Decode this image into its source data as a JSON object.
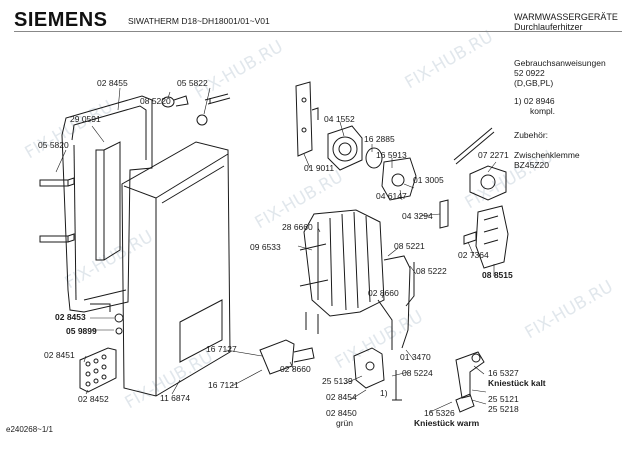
{
  "header": {
    "brand": "SIEMENS",
    "model": "SIWATHERM D18~DH18001/01~V01",
    "category_line1": "WARMWASSERGERÄTE",
    "category_line2": "Durchlauferhitzer"
  },
  "side_notes": {
    "manual_line1": "Gebrauchsanweisungen",
    "manual_line2": "52 0922",
    "manual_line3": "(D,GB,PL)",
    "note_line1": "1)  02 8946",
    "note_line2": "kompl.",
    "accessory_title": "Zubehör:",
    "accessory_line1": "Zwischenklemme",
    "accessory_line2": "BZ45Z20"
  },
  "parts": {
    "p028455": "02 8455",
    "p055822": "05 5822",
    "p085220": "08 5220",
    "p290591": "29 0591",
    "p055820": "05 5820",
    "p041552": "04 1552",
    "p162885": "16 2885",
    "p165913": "16 5913",
    "p019011": "01 9011",
    "p013005": "01 3005",
    "p046147": "04 6147",
    "p043294": "04 3294",
    "p072271": "07 2271",
    "p286660": "28 6660",
    "p096533": "09 6533",
    "p085221": "08 5221",
    "p085222": "08 5222",
    "p027364": "02 7364",
    "p088515": "08 8515",
    "p028660": "02 8660",
    "p028453": "02 8453",
    "p059899": "05 9899",
    "p028451": "02 8451",
    "p028452": "02 8452",
    "p116874": "11 6874",
    "p167127": "16 7127",
    "p028660b": "02 8660",
    "p167121": "16 7121",
    "p251539": "25 5139",
    "p028454": "02 8454",
    "p028450": "02 8450",
    "p028450_note": "grün",
    "p013470": "01 3470",
    "p085224": "08 5224",
    "p165327": "16 5327",
    "p165327_note": "Kniestück kalt",
    "p255121": "25 5121",
    "p255218": "25 5218",
    "p165326": "16 5326",
    "p165326_note": "Kniestück warm",
    "note_marker": "1)"
  },
  "footer": {
    "doc_id": "e240268~1/1"
  },
  "watermark": {
    "text": "FIX-HUB.RU"
  }
}
